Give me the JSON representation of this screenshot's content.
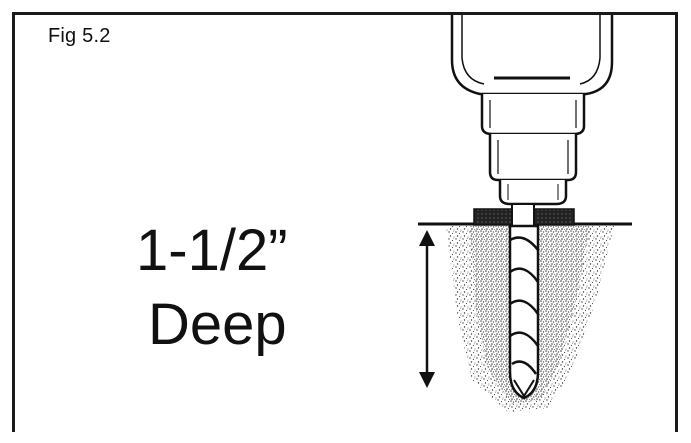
{
  "figure": {
    "label": "Fig 5.2"
  },
  "depth_label": {
    "line1": "1-1/2”",
    "line2": "Deep"
  },
  "colors": {
    "ink": "#111111",
    "frame": "#1a1a1a",
    "background": "#ffffff",
    "stipple": "#555555"
  },
  "icons": {
    "drill": "drill-icon",
    "drill_bit": "drill-bit-icon",
    "depth_arrow": "double-arrow-icon"
  }
}
